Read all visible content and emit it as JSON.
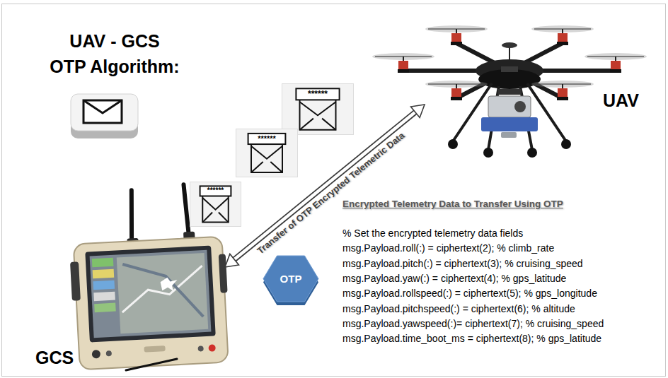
{
  "diagram": {
    "title": "UAV - GCS",
    "nodes": [
      {
        "text": [
          "UAV"
        ]
      },
      {
        "text": [
          "GCS"
        ]
      },
      {
        "text": [
          "******"
        ]
      },
      {
        "text": [
          "******"
        ]
      },
      {
        "text": [
          "******"
        ]
      },
      {
        "text": [
          "OTP"
        ]
      }
    ],
    "edges": [
      {
        "from": 1,
        "to": 0,
        "arrow": "both",
        "label": "Transfer of OTP Encrypted Telemetric Data"
      }
    ],
    "labels": [
      "OTP Algorithm:",
      "Encrypted Telemetry Data to Transfer Using OTP",
      "% Set the encrypted telemetry data fields",
      "msg.Payload.roll(:) = ciphertext(2); % climb_rate",
      "msg.Payload.pitch(:) = ciphertext(3); % cruising_speed",
      "msg.Payload.yaw(:) = ciphertext(4); % gps_latitude",
      "msg.Payload.rollspeed(:) = ciphertext(5); % gps_longitude",
      "msg.Payload.pitchspeed(:) = ciphertext(6); % altitude",
      "msg.Payload.yawspeed(:)= ciphertext(7); % cruising_speed",
      "msg.Payload.time_boot_ms = ciphertext(8); % gps_latitude"
    ]
  }
}
